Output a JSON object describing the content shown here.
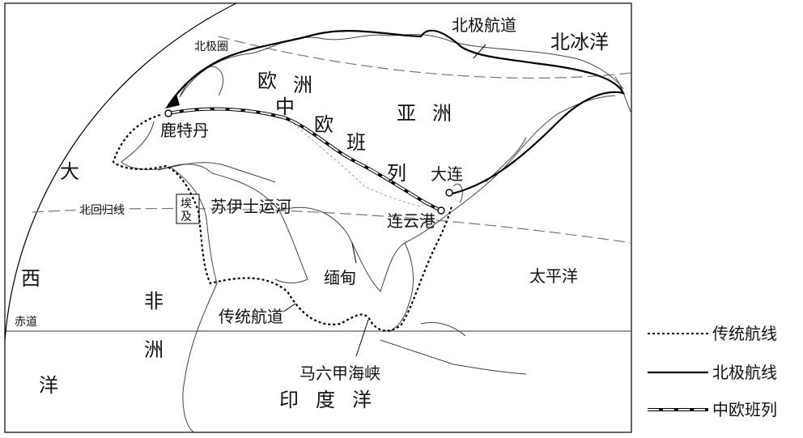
{
  "map": {
    "labels": {
      "arctic_ocean": "北冰洋",
      "arctic_circle": "北极圈",
      "europe_1": "欧",
      "europe_2": "洲",
      "asia_1": "亚",
      "asia_2": "洲",
      "rotterdam": "鹿特丹",
      "cr_1": "中",
      "cr_2": "欧",
      "cr_3": "班",
      "cr_4": "列",
      "dalian": "大连",
      "lianyungang": "连云港",
      "suez": "苏伊士运河",
      "egypt_1": "埃",
      "egypt_2": "及",
      "tropic_cancer": "北回归线",
      "atlantic_1": "大",
      "atlantic_2": "西",
      "atlantic_3": "洋",
      "equator": "赤道",
      "africa_1": "非",
      "africa_2": "洲",
      "burma": "缅甸",
      "pacific": "太平洋",
      "traditional_route": "传统航道",
      "arctic_route": "北极航道",
      "malacca": "马六甲海峡",
      "indian_1": "印",
      "indian_2": "度",
      "indian_3": "洋"
    }
  },
  "legend": {
    "items": [
      {
        "label": "传统航线"
      },
      {
        "label": "北极航线"
      },
      {
        "label": "中欧班列"
      }
    ]
  }
}
